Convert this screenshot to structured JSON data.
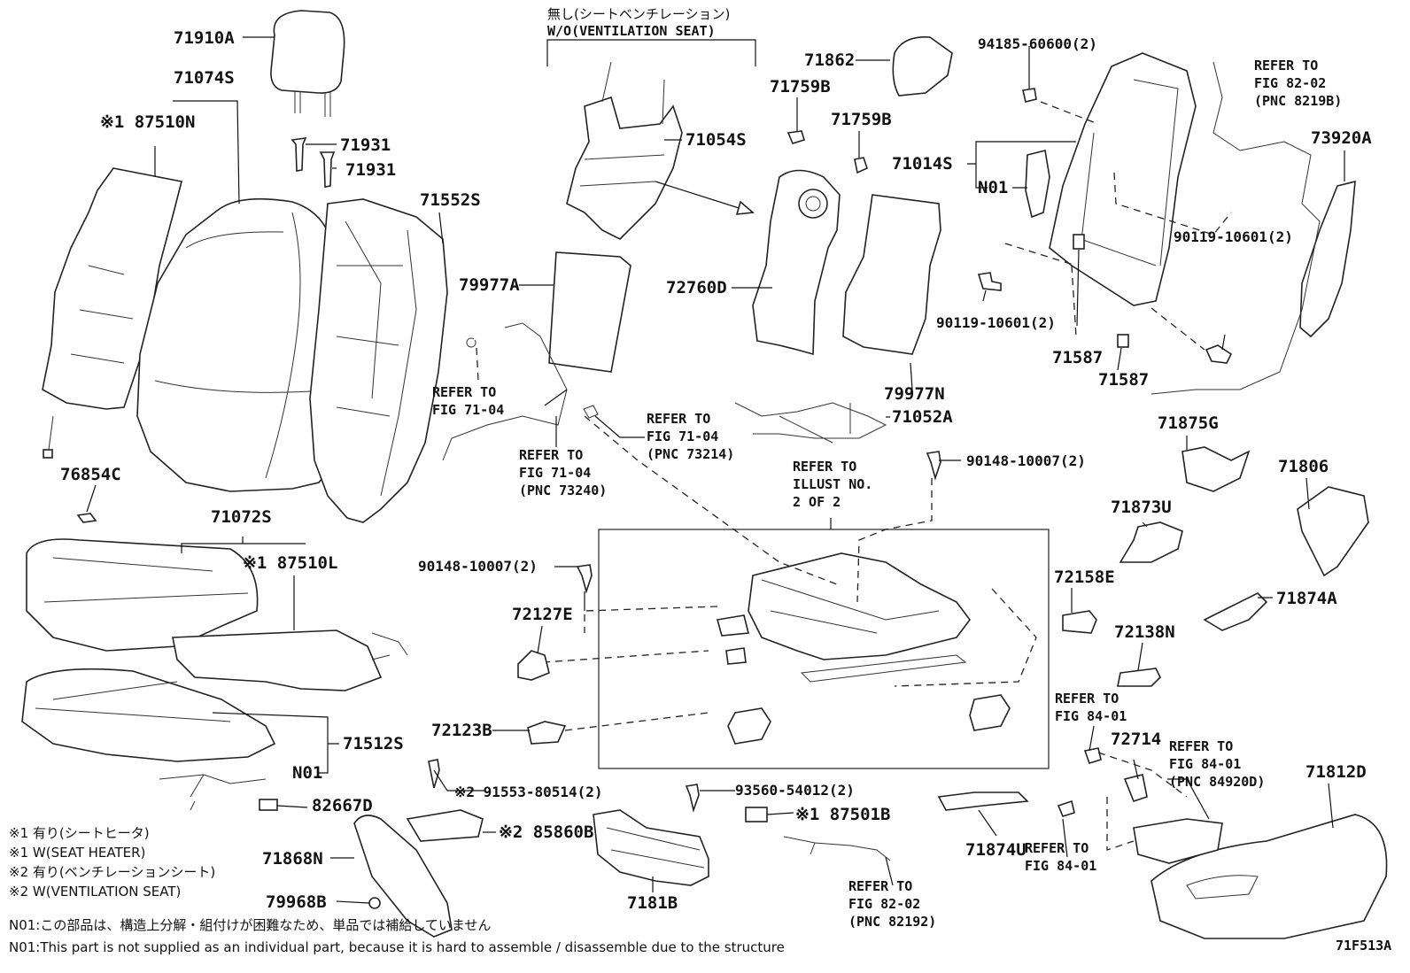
{
  "diagram_id": "71F513A",
  "labels": {
    "p71910A": "71910A",
    "p71074S": "71074S",
    "p87510N": "※1 87510N",
    "p71931a": "71931",
    "p71931b": "71931",
    "p71552S": "71552S",
    "p71054S": "71054S",
    "p79977A": "79977A",
    "p71862": "71862",
    "p71759Ba": "71759B",
    "p71759Bb": "71759B",
    "p72760D": "72760D",
    "p79977N": "79977N",
    "p71052A": "71052A",
    "p94185": "94185-60600(2)",
    "p71014S": "71014S",
    "pN01a": "N01",
    "p73920A": "73920A",
    "p90119a": "90119-10601(2)",
    "p90119b": "90119-10601(2)",
    "p71587a": "71587",
    "p71587b": "71587",
    "p71875G": "71875G",
    "p71806": "71806",
    "p71873U": "71873U",
    "p72158E": "72158E",
    "p71874A": "71874A",
    "p72138N": "72138N",
    "p76854C": "76854C",
    "p71072S": "71072S",
    "p87510L": "※1 87510L",
    "p90148a": "90148-10007(2)",
    "p90148b": "90148-10007(2)",
    "p72127E": "72127E",
    "p72123B": "72123B",
    "p71512S": "71512S",
    "pN01b": "N01",
    "p82667D": "82667D",
    "p91553": "※2 91553-80514(2)",
    "p85860B": "※2 85860B",
    "p93560": "93560-54012(2)",
    "p87501B": "※1 87501B",
    "p71868N": "71868N",
    "p79968B": "79968B",
    "p7181B": "7181B",
    "p71874U": "71874U",
    "p72714": "72714",
    "p71812D": "71812D"
  },
  "refs": {
    "vent_header_jp": "無し(シートベンチレーション)",
    "vent_header_en": "W/O(VENTILATION SEAT)",
    "r_fig8202_top": "REFER TO\nFIG 82-02\n(PNC 8219B)",
    "r_fig7104_a": "REFER TO\nFIG 71-04",
    "r_fig7104_b": "REFER TO\nFIG 71-04\n(PNC 73240)",
    "r_fig7104_c": "REFER TO\nFIG 71-04\n(PNC 73214)",
    "r_illust": "REFER TO\nILLUST NO.\n2 OF 2",
    "r_fig8401_a": "REFER TO\nFIG 84-01",
    "r_fig8401_b": "REFER TO\nFIG 84-01\n(PNC 84920D)",
    "r_fig8401_c": "REFER TO\nFIG 84-01",
    "r_fig8202_bot": "REFER TO\nFIG 82-02\n(PNC 82192)"
  },
  "notes": [
    "※1 有り(シートヒータ)",
    "※1 W(SEAT HEATER)",
    "※2 有り(ベンチレーションシート)",
    "※2 W(VENTILATION SEAT)"
  ],
  "footnotes": {
    "jp": "N01:この部品は、構造上分解・組付けが困難なため、単品では補給していません",
    "en": "N01:This part is not supplied as an individual part, because it is hard to assemble / disassemble due to the structure"
  }
}
